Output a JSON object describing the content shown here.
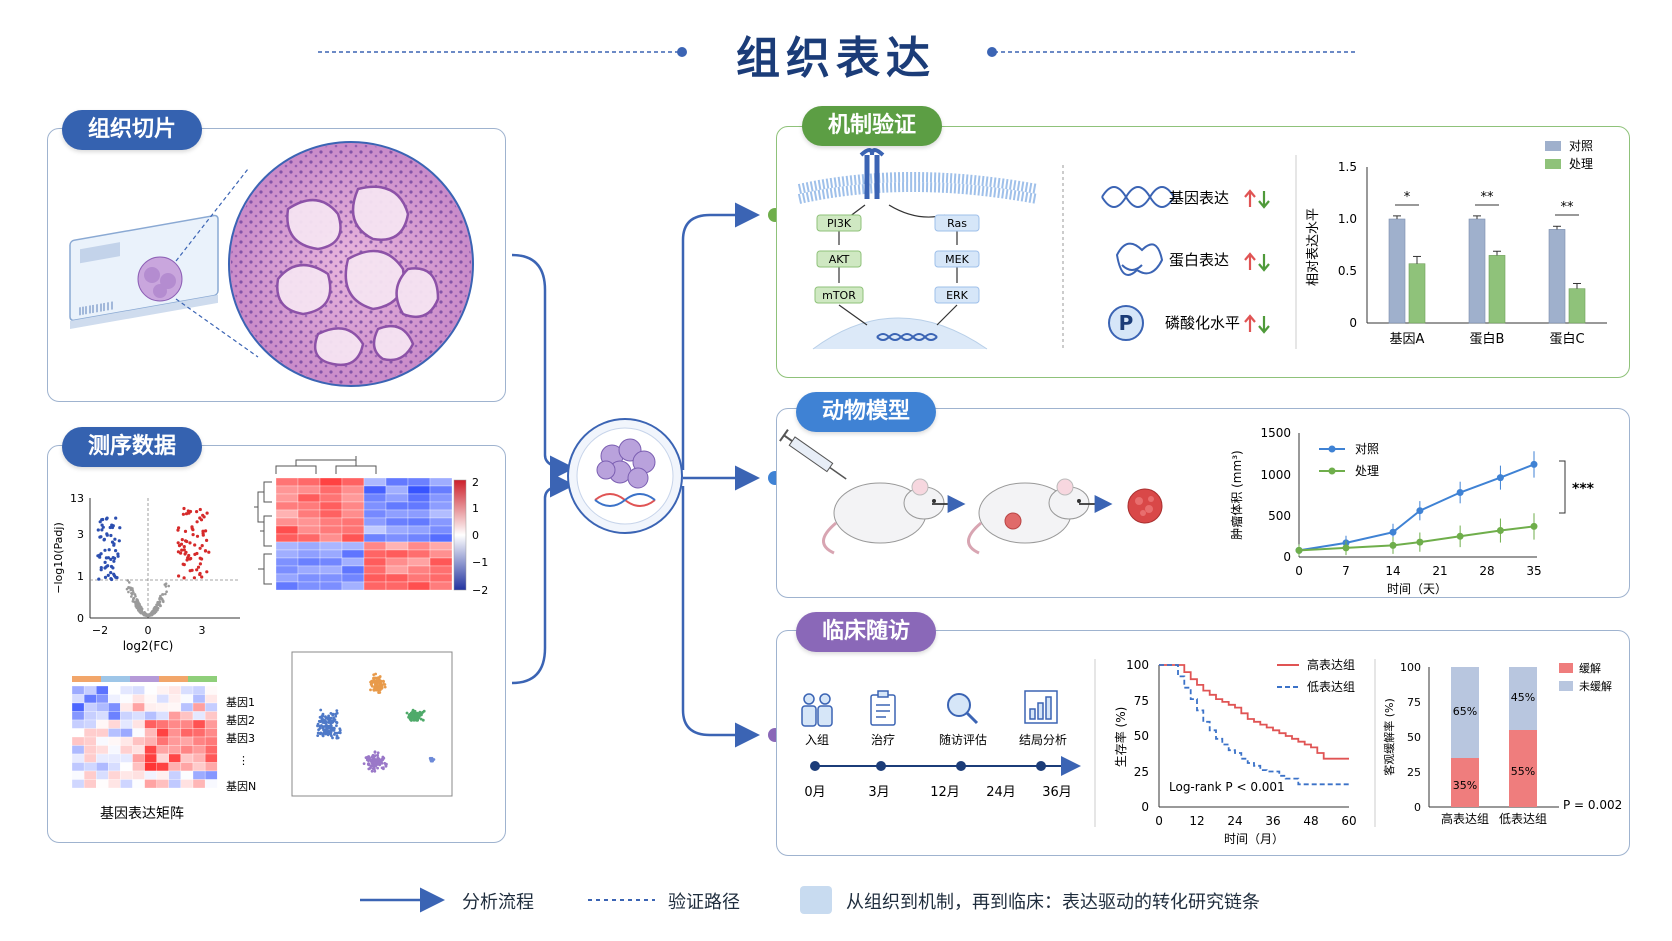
{
  "title": "组织表达",
  "tissue": {
    "badge": "组织切片"
  },
  "seq": {
    "badge": "测序数据",
    "volcano": {
      "y_ticks": [
        "13",
        "3",
        "1",
        "0"
      ],
      "x_ticks": [
        "−2",
        "0",
        "3"
      ],
      "ylabel": "−log10(Padj)",
      "xlabel": "log2(FC)"
    },
    "heatmap_scale": [
      "2",
      "1",
      "0",
      "−1",
      "−2"
    ],
    "matrix": {
      "genes": [
        "基因1",
        "基因2",
        "基因3",
        "⋮",
        "基因N"
      ],
      "caption": "基因表达矩阵"
    }
  },
  "mech": {
    "badge": "机制验证",
    "pathway_left": [
      "PI3K",
      "AKT",
      "mTOR"
    ],
    "pathway_right": [
      "Ras",
      "MEK",
      "ERK"
    ],
    "icons": [
      "基因表达",
      "蛋白表达",
      "磷酸化水平"
    ],
    "p_letter": "P",
    "chart": {
      "ylabel": "相对表达水平",
      "legend": [
        "对照",
        "处理"
      ],
      "y_ticks": [
        "1.5",
        "1.0",
        "0.5",
        "0"
      ],
      "categories": [
        "基因A",
        "蛋白B",
        "蛋白C"
      ],
      "stars": [
        "*",
        "**",
        "**"
      ]
    }
  },
  "animal": {
    "badge": "动物模型",
    "chart": {
      "ylabel": "肿瘤体积 (mm³)",
      "xlabel": "时间（天）",
      "legend": [
        "对照",
        "处理"
      ],
      "y_ticks": [
        "1500",
        "1000",
        "500",
        "0"
      ],
      "x_ticks": [
        "0",
        "7",
        "14",
        "21",
        "28",
        "35"
      ],
      "sig": "***"
    }
  },
  "clinical": {
    "badge": "临床随访",
    "steps": [
      "入组",
      "治疗",
      "随访评估",
      "结局分析"
    ],
    "timeline": [
      "0月",
      "3月",
      "12月",
      "24月",
      "36月"
    ],
    "km": {
      "ylabel": "生存率 (%)",
      "xlabel": "时间（月）",
      "legend": [
        "高表达组",
        "低表达组"
      ],
      "y_ticks": [
        "100",
        "75",
        "50",
        "25",
        "0"
      ],
      "x_ticks": [
        "0",
        "12",
        "24",
        "36",
        "48",
        "60"
      ],
      "logrank": "Log-rank P < 0.001"
    },
    "resp": {
      "ylabel": "客观缓解率 (%)",
      "legend": [
        "缓解",
        "未缓解"
      ],
      "y_ticks": [
        "100",
        "75",
        "50",
        "25",
        "0"
      ],
      "categories": [
        "高表达组",
        "低表达组"
      ],
      "labels_top": [
        "65%",
        "45%"
      ],
      "labels_bottom": [
        "35%",
        "55%"
      ],
      "p": "P = 0.002"
    }
  },
  "legend": {
    "flow": "分析流程",
    "verify": "验证路径",
    "chain": "从组织到机制，再到临床：表达驱动的转化研究链条"
  },
  "chart_data": [
    {
      "type": "bar",
      "categories": [
        "基因A",
        "蛋白B",
        "蛋白C"
      ],
      "series": [
        {
          "name": "对照",
          "values": [
            1.0,
            1.0,
            0.9
          ]
        },
        {
          "name": "处理",
          "values": [
            0.57,
            0.65,
            0.33
          ]
        }
      ],
      "ylabel": "相对表达水平",
      "ylim": [
        0,
        1.5
      ],
      "colors": [
        "#9fb0cc",
        "#8fc27a"
      ]
    },
    {
      "type": "line",
      "x": [
        0,
        7,
        14,
        21,
        28,
        35
      ],
      "series": [
        {
          "name": "对照",
          "values": [
            80,
            170,
            300,
            560,
            780,
            960,
            1120
          ],
          "x": [
            0,
            7,
            14,
            18,
            24,
            30,
            35
          ]
        },
        {
          "name": "处理",
          "values": [
            80,
            110,
            140,
            180,
            250,
            320,
            370
          ],
          "x": [
            0,
            7,
            14,
            18,
            24,
            30,
            35
          ]
        }
      ],
      "xlabel": "时间（天）",
      "ylabel": "肿瘤体积 (mm³)",
      "ylim": [
        0,
        1500
      ],
      "xlim": [
        0,
        35
      ],
      "colors": [
        "#3f82d4",
        "#6fae4b"
      ]
    },
    {
      "type": "line",
      "series": [
        {
          "name": "高表达组",
          "x": [
            0,
            6,
            8,
            10,
            12,
            14,
            16,
            18,
            20,
            22,
            24,
            26,
            28,
            30,
            32,
            34,
            36,
            38,
            40,
            42,
            44,
            46,
            48,
            50,
            52,
            60
          ],
          "values": [
            100,
            100,
            95,
            90,
            86,
            82,
            79,
            76,
            74,
            72,
            70,
            66,
            62,
            60,
            58,
            56,
            54,
            52,
            50,
            48,
            46,
            44,
            42,
            38,
            34,
            34
          ]
        },
        {
          "name": "低表达组",
          "x": [
            0,
            4,
            6,
            8,
            10,
            12,
            14,
            16,
            18,
            20,
            22,
            24,
            26,
            28,
            30,
            32,
            34,
            36,
            38,
            40,
            44,
            48,
            60
          ],
          "values": [
            100,
            100,
            92,
            84,
            76,
            68,
            60,
            54,
            48,
            44,
            40,
            38,
            34,
            31,
            29,
            26,
            25,
            25,
            22,
            20,
            16,
            16,
            16
          ]
        }
      ],
      "xlabel": "时间（月）",
      "ylabel": "生存率 (%)",
      "ylim": [
        0,
        100
      ],
      "xlim": [
        0,
        60
      ],
      "colors": [
        "#e05454",
        "#3b72c8"
      ]
    },
    {
      "type": "bar",
      "categories": [
        "高表达组",
        "低表达组"
      ],
      "series": [
        {
          "name": "缓解",
          "values": [
            35,
            55
          ]
        },
        {
          "name": "未缓解",
          "values": [
            65,
            45
          ]
        }
      ],
      "ylabel": "客观缓解率 (%)",
      "ylim": [
        0,
        100
      ],
      "stacked": true,
      "colors": [
        "#ef7d7d",
        "#b8c6df"
      ]
    }
  ]
}
